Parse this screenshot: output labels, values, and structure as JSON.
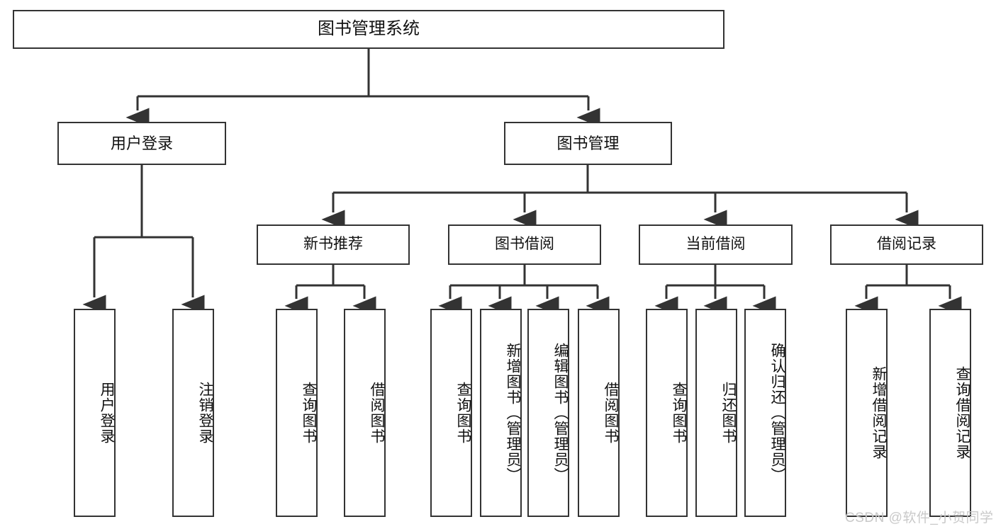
{
  "diagram": {
    "title": "图书管理系统",
    "type": "tree-hierarchy-chart",
    "root": {
      "label": "图书管理系统"
    },
    "level2": [
      {
        "label": "用户登录"
      },
      {
        "label": "图书管理"
      }
    ],
    "level3": [
      {
        "label": "新书推荐"
      },
      {
        "label": "图书借阅"
      },
      {
        "label": "当前借阅"
      },
      {
        "label": "借阅记录"
      }
    ],
    "leaves": {
      "user_login": [
        {
          "label": "用户登录"
        },
        {
          "label": "注销登录"
        }
      ],
      "new_book_recommend": [
        {
          "label": "查询图书"
        },
        {
          "label": "借阅图书"
        }
      ],
      "book_borrow": [
        {
          "label": "查询图书"
        },
        {
          "label": "新增图书（管理员）"
        },
        {
          "label": "编辑图书（管理员）"
        },
        {
          "label": "借阅图书"
        }
      ],
      "current_borrow": [
        {
          "label": "查询图书"
        },
        {
          "label": "归还图书"
        },
        {
          "label": "确认归还（管理员）"
        }
      ],
      "borrow_record": [
        {
          "label": "新增借阅记录"
        },
        {
          "label": "查询借阅记录"
        }
      ]
    }
  },
  "watermark": {
    "text": "CSDN @软件_小贺同学"
  },
  "colors": {
    "stroke": "#333333",
    "box_fill": "#ffffff",
    "text": "#111111",
    "watermark": "#c9c9c9",
    "background": "#ffffff"
  }
}
